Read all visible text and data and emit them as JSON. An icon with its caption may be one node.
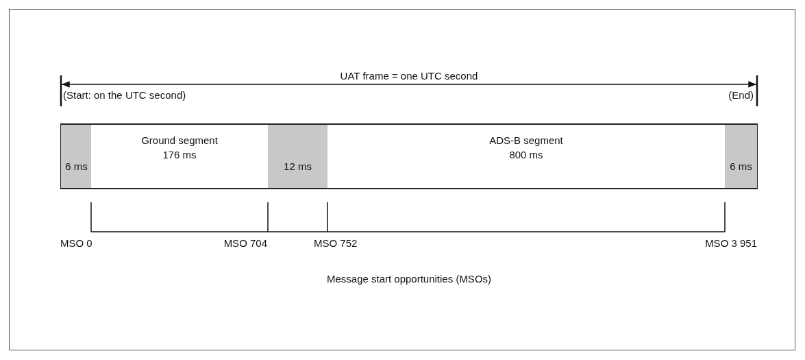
{
  "diagram": {
    "nodes": [
      {
        "text": [
          "6 ms"
        ]
      },
      {
        "text": [
          "Ground segment",
          "176 ms"
        ]
      },
      {
        "text": [
          "12 ms"
        ]
      },
      {
        "text": [
          "ADS-B segment",
          "800 ms"
        ]
      },
      {
        "text": [
          "6 ms"
        ]
      }
    ],
    "labels": [
      "UAT frame = one UTC second",
      "(Start: on the UTC second)",
      "(End)",
      "MSO 0",
      "MSO 704",
      "MSO 752",
      "MSO 3 951",
      "Message start opportunities (MSOs)"
    ]
  }
}
